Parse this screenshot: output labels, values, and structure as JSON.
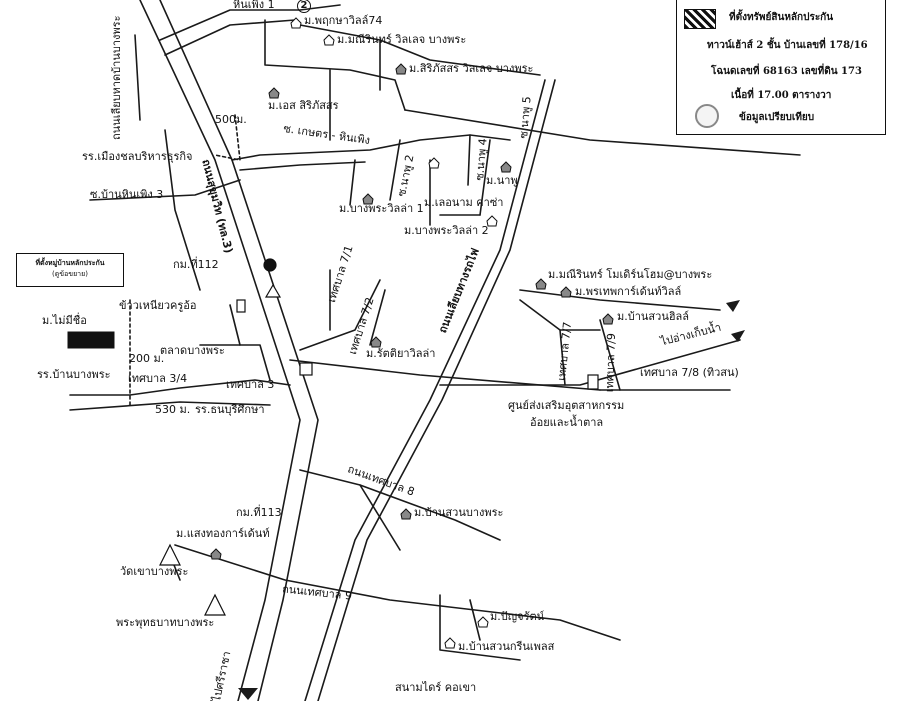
{
  "legend": {
    "title": "ที่ตั้งทรัพย์สินหลักประกัน",
    "line2": "ทาวน์เฮ้าส์ 2 ชั้น บ้านเลขที่ 178/16",
    "line3": "โฉนดเลขที่ 68163 เลขที่ดิน 173",
    "line4": "เนื้อที่ 17.00 ตารางวา",
    "line5": "ข้อมูลเปรียบเทียบ"
  },
  "note_box": {
    "line1": "ที่ตั้งหมู่บ้านหลักประกัน",
    "line2": "(ดูข้อขยาย)"
  },
  "marker_2": "2",
  "labels": {
    "hinphoeng1": "หินเพิง 1",
    "pruksa74": "ม.พฤกษาวิลล์74",
    "manirin_village": "ม.มณีรินทร์ วิลเลจ บางพระ",
    "siriphat_village": "ม.สิริภัสสร วิลเลจ บางพระ",
    "s_siriphat": "ม.เอส สิริภัสสร",
    "d500": "500ม.",
    "kasetr_hinphoeng": "ซ. เกษตร - หินเพิง",
    "naphu2": "ซ.นาพู 2",
    "naphu4": "ซ.นาพู 4",
    "naphu5": "ซ.นาพู 5",
    "m_naphu": "ม.นาพู",
    "leonam": "ม.เลอนาม คาซ่า",
    "bangphra_villa1": "ม.บางพระวิลล่า 1",
    "bangphra_villa2": "ม.บางพระวิลล่า 2",
    "school_mueang": "รร.เมืองชลบริหารธุรกิจ",
    "ban_hinphoeng3": "ซ.บ้านหินเพิง 3",
    "km112": "กม.ที่112",
    "khao_niao": "ข้าวเหนียวครูอ้อ",
    "taladbangphra": "ตลาดบางพระ",
    "d200": "200 ม.",
    "thesaban34": "เทศบาล 3/4",
    "thesaban3": "เทศบาล 3",
    "d530": "530 ม.",
    "rr_suan": "รร.ธนบุรีศึกษา",
    "rr_ban_bangphra": "รร.บ้านบางพระ",
    "m_maimichue": "ม.ไม่มีชื่อ",
    "thesaban71": "เทศบาล 7/1",
    "thesaban72": "เทศบาล 7/2",
    "rattiya": "ม.รัตติยาวิลล่า",
    "rail_road": "ถนนเลียบทางรถไฟ",
    "sukhumvit": "ถนนสุขุมวิท (ทล.3)",
    "coast_road": "ถนนเลียบหาดบ้านบางพระ",
    "manirin_modern": "ม.มณีรินทร์ โมเดิร์นโฮม@บางพระ",
    "prathepkan": "ม.พรเทพการ์เด้นท์วิลล์",
    "suanhill": "ม.บ้านสวนฮิลล์",
    "thesaban77": "เทศบาล 7/7",
    "thesaban79": "เทศบาล 7/9",
    "thesaban78": "เทศบาล 7/8 (ทิวสน)",
    "to_angkep": "ไปอ่างเก็บน้ำ",
    "center1": "ศูนย์ส่งเสริมอุตสาหกรรม",
    "center2": "อ้อยและน้ำตาล",
    "thesaban8": "ถนนเทศบาล 8",
    "suan_bangphra": "ม.บ้านสวนบางพระ",
    "km113": "กม.ที่113",
    "saengthong": "ม.แสงทองการ์เด้นท์",
    "wat_khao": "วัดเขาบางพระ",
    "phraphutthabat": "พระพุทธบาทบางพระ",
    "thesaban9": "ถนนเทศบาล 9",
    "panjarat": "ม.ปัญจรัตน์",
    "suan_green": "ม.บ้านสวนกรีนเพลส",
    "golf": "สนามไดร์ คอเขา",
    "to_sriracha": "ไปศรีราชา"
  },
  "colors": {
    "road": "#1a1a1a",
    "hatch": "#111111",
    "compare": "#888888"
  }
}
